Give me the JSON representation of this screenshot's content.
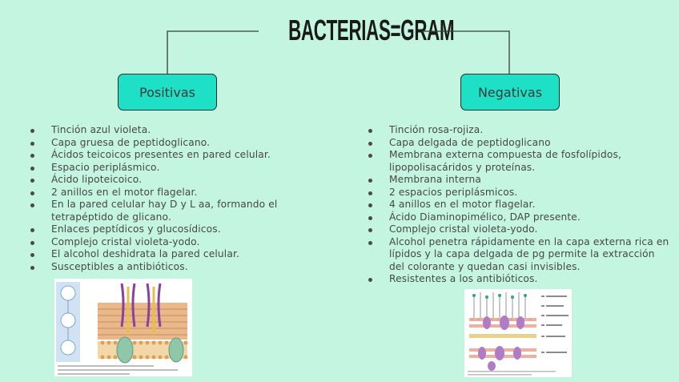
{
  "title": "BACTERIAS=GRAM",
  "branches": {
    "positive": {
      "label": "Positivas",
      "items": [
        "Tinción azul violeta.",
        "Capa gruesa de peptidoglicano.",
        "Ácidos teicoicos presentes en pared celular.",
        "Espacio periplásmico.",
        "Ácido lipoteicoico.",
        "2 anillos en el motor flagelar.",
        "En la pared celular hay D y L aa, formando el tetrapéptido de glicano.",
        "Enlaces peptídicos y glucosídicos.",
        "Complejo cristal violeta-yodo.",
        "El alcohol deshidrata la pared celular.",
        "Susceptibles a antibióticos."
      ]
    },
    "negative": {
      "label": "Negativas",
      "items": [
        "Tinción rosa-rojiza.",
        "Capa delgada de peptidoglicano",
        "Membrana externa compuesta de fosfolípidos, lipopolisacáridos y proteínas.",
        "Membrana interna",
        "2 espacios periplásmicos.",
        "4 anillos en el motor flagelar.",
        "Ácido Diaminopimélico, DAP presente.",
        "Complejo cristal violeta-yodo.",
        "Alcohol penetra rápidamente en la capa externa rica en lípidos y la capa delgada de pg permite la extracción del colorante y quedan casi invisibles.",
        "Resistentes a los antibióticos."
      ]
    }
  },
  "colors": {
    "background": "#c3f5e0",
    "node_fill": "#1ee0c6",
    "node_border": "#2b2b2b",
    "text": "#474747"
  }
}
